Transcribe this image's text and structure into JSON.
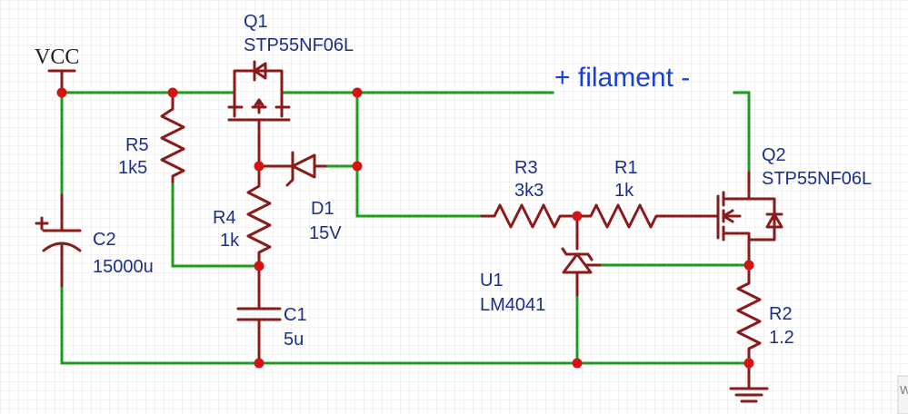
{
  "power": {
    "vcc": "VCC"
  },
  "annotations": {
    "filament": "+ filament -"
  },
  "colors": {
    "wire": "#1f9b1f",
    "component": "#8b1a1a",
    "junction": "#d41414",
    "label": "#1b2f8a",
    "annotation": "#1a3fd6",
    "grid": "#e6e6e6"
  },
  "components": {
    "q1": {
      "ref": "Q1",
      "value": "STP55NF06L"
    },
    "q2": {
      "ref": "Q2",
      "value": "STP55NF06L"
    },
    "r1": {
      "ref": "R1",
      "value": "1k"
    },
    "r2": {
      "ref": "R2",
      "value": "1.2"
    },
    "r3": {
      "ref": "R3",
      "value": "3k3"
    },
    "r4": {
      "ref": "R4",
      "value": "1k"
    },
    "r5": {
      "ref": "R5",
      "value": "1k5"
    },
    "c1": {
      "ref": "C1",
      "value": "5u"
    },
    "c2": {
      "ref": "C2",
      "value": "15000u"
    },
    "d1": {
      "ref": "D1",
      "value": "15V"
    },
    "u1": {
      "ref": "U1",
      "value": "LM4041"
    }
  },
  "corner_text": "W"
}
